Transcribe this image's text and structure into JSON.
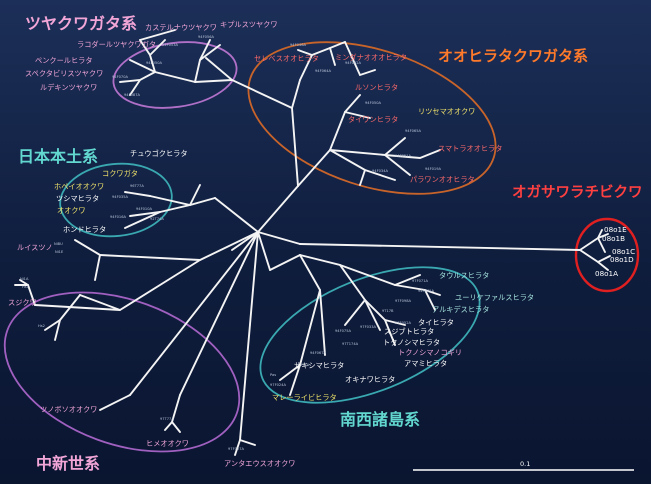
{
  "groups": {
    "tsuyakuwagata": "ツヤクワガタ系",
    "ookiratakuwagata": "オオヒラタクワガタ系",
    "nihonhondo": "日本本土系",
    "ogasawara": "オガサワラチビクワ",
    "nanseishoto": "南西諸島系",
    "chushinsei": "中新世系"
  },
  "species": {
    "castelnau": "カステルナウツヤクワ",
    "kipuls": "キプルスツヤクワ",
    "rasgal": "ラコダールツヤクワガタ",
    "pengule": "ペンクールヒラタ",
    "spekupalis": "スペクタビリスツヤクワ",
    "rudekin": "ルデキンツヤクワ",
    "celebes": "セレベスオオヒラタ",
    "mindanao": "ミンダナオオオヒラタ",
    "luzon": "ルソンヒラタ",
    "taiwan": "タイワンヒラタ",
    "ritsusema": "リツセマオオクワ",
    "sumatra": "スマトラオオヒラタ",
    "palawan": "パラワンオオヒラタ",
    "chugoku": "チュウゴクヒラタ",
    "hovei": "ホペイオオクワ",
    "kokuwagata": "コクワガタ",
    "tsushima": "ツシマヒラタ",
    "ookuwa": "オオクワ",
    "hondo": "ホンドヒラタ",
    "luisson": "ルイスツノ",
    "sujikuwa": "スジクワ",
    "tsunoboso": "ツノボソオオクワ",
    "himeokuwa": "ヒメオオクワ",
    "antaeus": "アンタエウスオオクワ",
    "tarus": "タウルスヒラタ",
    "eurycephalus": "ユーリケファルスヒラタ",
    "alcides": "アルキデスヒラタ",
    "taiwanhirata": "タイヒラタ",
    "sujibuto": "スジブトヒラタ",
    "tokunoshima": "トクノシマヒラタ",
    "tokunoshima_nokogiri": "トクノシマノコギリ",
    "amami": "アマミヒラタ",
    "okinawa": "オキナワヒラタ",
    "sakishima": "サキシマヒラタ",
    "malay": "マレーライビヒラタ",
    "o1E": "08o1E",
    "o1B": "08o1B",
    "o1C": "08o1C",
    "o1D": "08o1D",
    "o1A": "08o1A"
  },
  "specimens": {
    "s1": "94F053A",
    "s2": "94F050A",
    "s3": "94F070A",
    "s4": "94F087A",
    "s5": "94F056A",
    "s6": "94F046A",
    "s7": "94F062A",
    "s8": "94F064A",
    "s9": "94F050A",
    "s10": "94F065A",
    "s11": "94F019A",
    "s12": "94F051A",
    "s13": "94F034A",
    "s14": "96T77A",
    "s15": "94F035A",
    "s16": "94F010A",
    "s17": "94F016A",
    "s18": "92T74A",
    "s19": "NiBU",
    "s20": "Ni1E",
    "s21": "Ni1A",
    "s22": "Hs1",
    "s23": "Hs2",
    "s24": "97T77A",
    "s25": "97F007A",
    "s26": "97F071A",
    "s27": "94F041A",
    "s28": "97F098A",
    "s29": "9T17B",
    "s30": "97F052A",
    "s31": "97F033A",
    "s32": "94F075A",
    "s33": "97T174A",
    "s34": "94F067A",
    "s35": "9T1A",
    "s36": "Pas",
    "s37": "97F024A"
  },
  "scale": {
    "label": "0.1"
  }
}
